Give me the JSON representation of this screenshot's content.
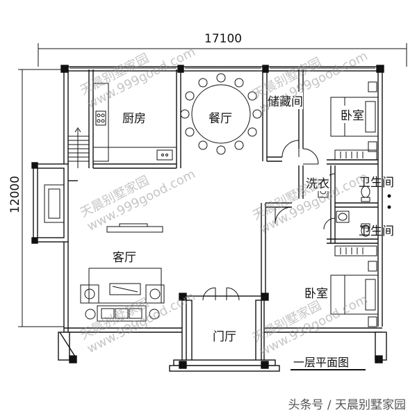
{
  "dimensions": {
    "width": "17100",
    "height": "12000"
  },
  "rooms": {
    "kitchen": "厨房",
    "dining": "餐厅",
    "storage": "储藏间",
    "bedroom_top": "卧室",
    "laundry": "洗衣",
    "bathroom_1": "卫生间",
    "bathroom_2": "卫生间",
    "living": "客厅",
    "bedroom_bottom": "卧室",
    "foyer": "门厅"
  },
  "caption": "一层平面图",
  "watermark": {
    "name": "天晨别墅家园",
    "url": "www.999good.com"
  },
  "footer": "头条号 / 天晨别墅家园",
  "colors": {
    "line": "#111111",
    "watermark": "#969696"
  }
}
